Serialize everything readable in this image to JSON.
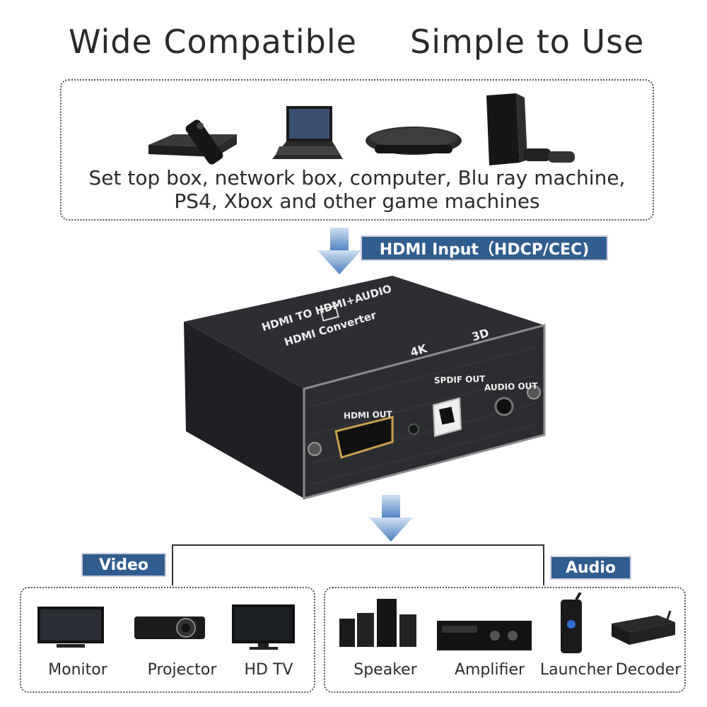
{
  "header": {
    "left_title": "Wide Compatible",
    "right_title": "Simple to Use"
  },
  "sources": {
    "caption_line1": "Set top box, network box, computer, Blu ray machine,",
    "caption_line2": "PS4, Xbox and other game machines"
  },
  "input_tag": "HDMI Input（HDCP/CEC)",
  "device": {
    "title_line1": "HDMI TO HDMI+AUDIO",
    "title_line2": "HDMI Converter",
    "badge_4k": "4K",
    "badge_3d": "3D",
    "port_hdmi": "HDMI OUT",
    "port_spdif": "SPDIF OUT",
    "port_audio": "AUDIO OUT"
  },
  "outputs": {
    "video_tag": "Video",
    "audio_tag": "Audio",
    "video_items": [
      {
        "label": "Monitor"
      },
      {
        "label": "Projector"
      },
      {
        "label": "HD TV"
      }
    ],
    "audio_items": [
      {
        "label": "Speaker"
      },
      {
        "label": "Amplifier"
      },
      {
        "label": "Launcher"
      },
      {
        "label": "Decoder"
      }
    ]
  },
  "colors": {
    "tag_blue": "#2f5d8f",
    "arrow_blue": "#5b8fc9",
    "device_dark": "#2b2d31"
  }
}
